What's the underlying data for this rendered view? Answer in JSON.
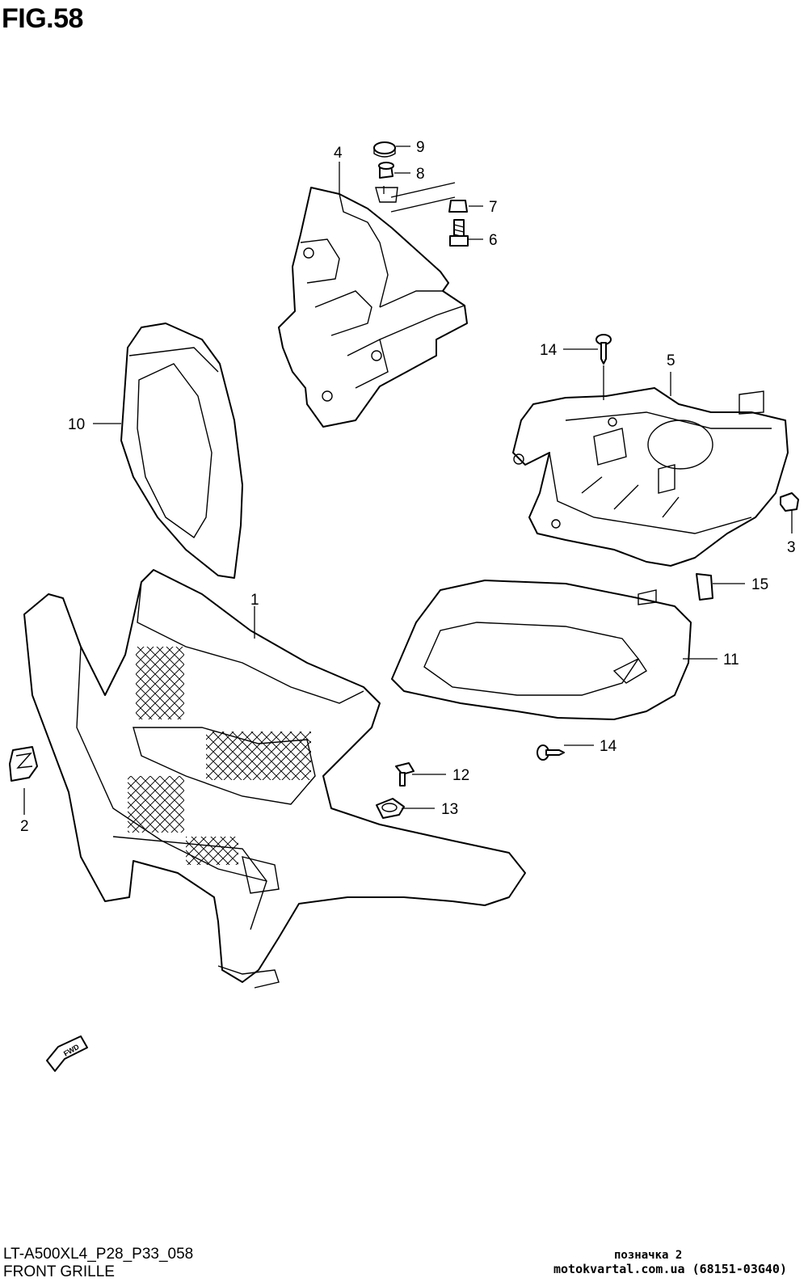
{
  "figure": {
    "title": "FIG.58",
    "model_code": "LT-A500XL4_P28_P33_058",
    "name": "FRONT GRILLE"
  },
  "watermark": {
    "note": "позначка 2",
    "site": "motokvartal.com.ua (68151-03G40)"
  },
  "direction_arrow_label": "FWD",
  "callouts": [
    {
      "id": "c1",
      "number": "1"
    },
    {
      "id": "c2",
      "number": "2"
    },
    {
      "id": "c3",
      "number": "3"
    },
    {
      "id": "c4",
      "number": "4"
    },
    {
      "id": "c5",
      "number": "5"
    },
    {
      "id": "c6",
      "number": "6"
    },
    {
      "id": "c7",
      "number": "7"
    },
    {
      "id": "c8",
      "number": "8"
    },
    {
      "id": "c9",
      "number": "9"
    },
    {
      "id": "c10",
      "number": "10"
    },
    {
      "id": "c11",
      "number": "11"
    },
    {
      "id": "c12",
      "number": "12"
    },
    {
      "id": "c13",
      "number": "13"
    },
    {
      "id": "c14a",
      "number": "14"
    },
    {
      "id": "c14b",
      "number": "14"
    },
    {
      "id": "c15",
      "number": "15"
    }
  ],
  "colors": {
    "line": "#000000",
    "background": "#ffffff"
  }
}
